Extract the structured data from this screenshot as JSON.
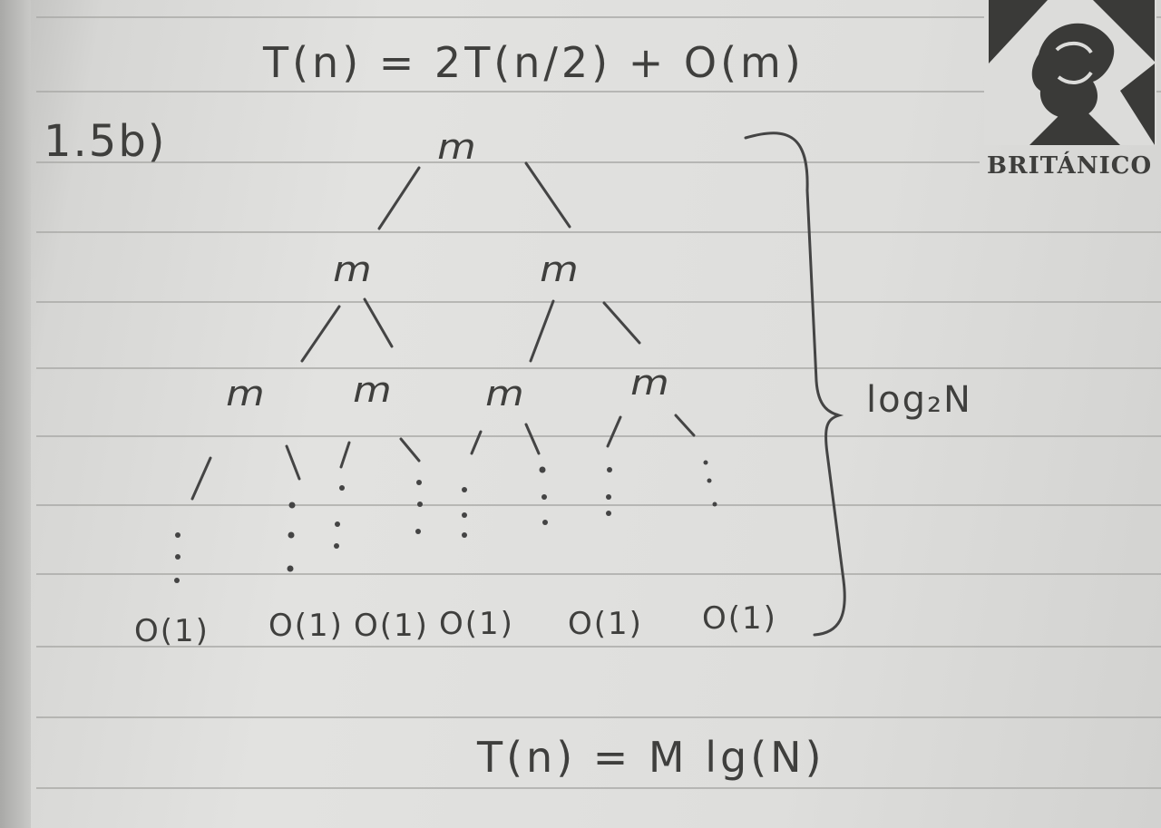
{
  "recurrence": "T(n) = 2T(n/2) + O(m)",
  "problem_label": "1.5b)",
  "tree": {
    "root": "m",
    "level1": [
      "m",
      "m"
    ],
    "level2": [
      "m",
      "m",
      "m",
      "m"
    ],
    "leaves": [
      "O(1)",
      "O(1)",
      "O(1)",
      "O(1)",
      "O(1)",
      "O(1)"
    ]
  },
  "height_label": "log₂N",
  "result": "T(n) = M lg(N)",
  "brand": {
    "name": "BRITÁNICO"
  }
}
